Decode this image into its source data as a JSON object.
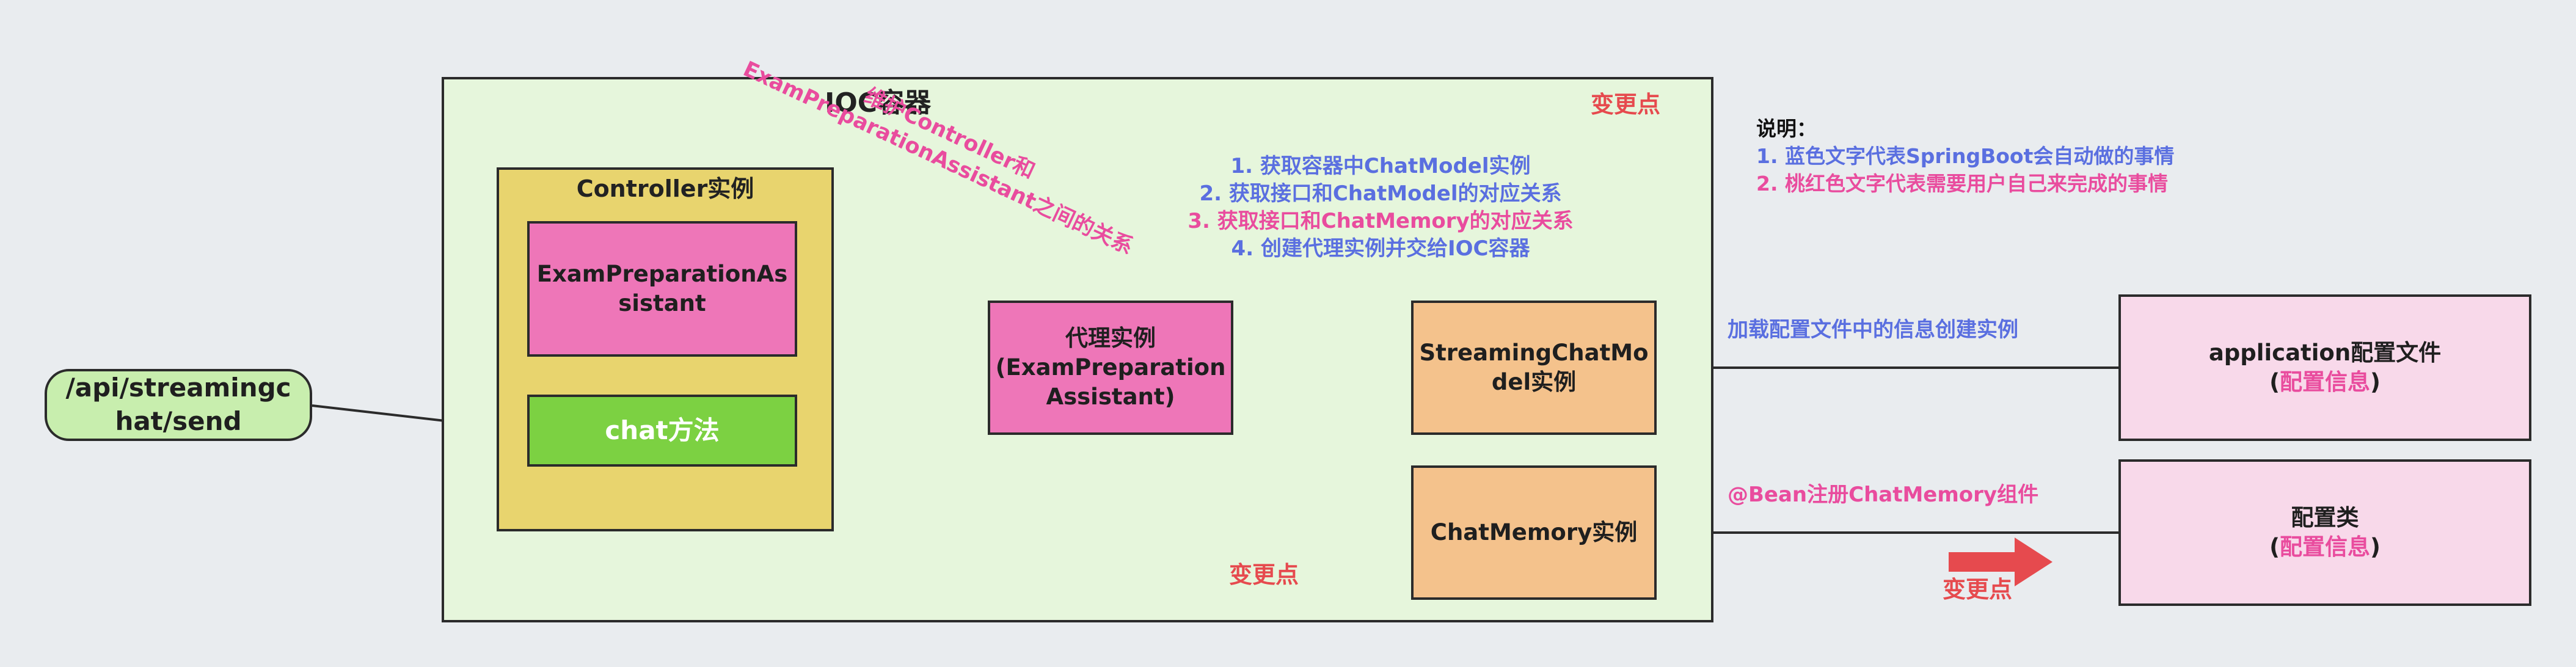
{
  "ioc": {
    "title": "IOC容器"
  },
  "controller": {
    "title": "Controller实例"
  },
  "nodes": {
    "exam": "ExamPreparationAssistant",
    "chat": "chat方法",
    "proxy_line1": "代理实例",
    "proxy_line2": "(ExamPreparationAssistant)",
    "streaming": "StreamingChatModel实例",
    "memory": "ChatMemory实例",
    "appcfg_line1": "application配置文件",
    "appcfg_line2_open": "(",
    "appcfg_line2_text": "配置信息",
    "appcfg_line2_close": ")",
    "cfgclass_line1": "配置类",
    "cfgclass_line2_open": "(",
    "cfgclass_line2_text": "配置信息",
    "cfgclass_line2_close": ")",
    "api": "/api/streamingchat/send"
  },
  "maintain_label": "维护Controller和ExamPreparationAssistant之间的关系",
  "steps": [
    "1. 获取容器中ChatModel实例",
    "2. 获取接口和ChatModel的对应关系",
    "3. 获取接口和ChatMemory的对应关系",
    "4. 创建代理实例并交给IOC容器"
  ],
  "notes": {
    "title": "说明：",
    "line1": "1. 蓝色文字代表SpringBoot会自动做的事情",
    "line2": "2. 桃红色文字代表需要用户自己来完成的事情"
  },
  "labels": {
    "load": "加载配置文件中的信息创建实例",
    "bean": "@Bean注册ChatMemory组件",
    "change": "变更点"
  },
  "colors": {
    "auto_text": "#5a6fe0",
    "user_text": "#e94c9e",
    "change_marker": "#e64a4e"
  }
}
